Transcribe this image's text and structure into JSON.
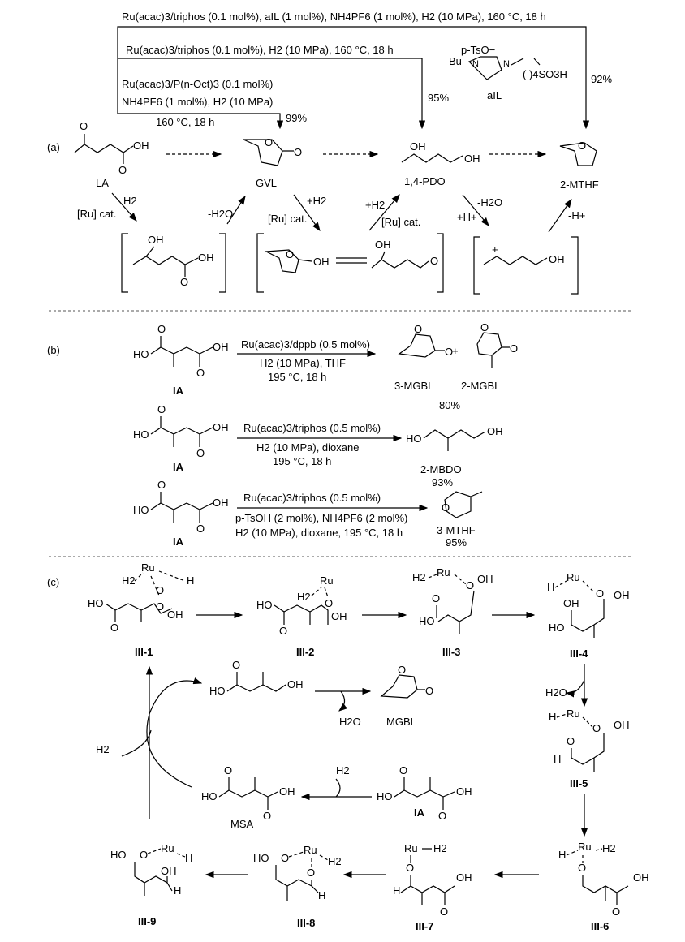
{
  "section_a": {
    "label": "(a)",
    "cond_top": "Ru(acac)3/triphos (0.1 mol%), aIL (1 mol%), NH4PF6 (1 mol%), H2 (10 MPa), 160 °C, 18 h",
    "cond_mid": "Ru(acac)3/triphos (0.1 mol%), H2 (10 MPa), 160 °C, 18 h",
    "cond_low1": "Ru(acac)3/P(n-Oct)3 (0.1 mol%)",
    "cond_low2": "NH4PF6 (1 mol%), H2 (10 MPa)",
    "cond_low3": "160 °C, 18 h",
    "yield_99": "99%",
    "yield_95": "95%",
    "yield_92": "92%",
    "ail_anion": "p-TsO−",
    "ail_bu": "Bu",
    "ail_chain": "(  )4SO3H",
    "ail_name": "aIL",
    "la": "LA",
    "gvl": "GVL",
    "pdo": "1,4-PDO",
    "mthf": "2-MTHF",
    "h2": "H2",
    "ru_cat": "[Ru] cat.",
    "minus_h2o": "-H2O",
    "plus_h2": "+H2",
    "plus_h": "+H+",
    "minus_h": "-H+",
    "oh": "OH",
    "o": "O"
  },
  "section_b": {
    "label": "(b)",
    "r1_cond1": "Ru(acac)3/dppb (0.5 mol%)",
    "r1_cond2": "H2 (10 MPa), THF",
    "r1_cond3": "195 °C, 18 h",
    "r1_p1": "3-MGBL",
    "r1_p2": "2-MGBL",
    "r1_plus": "+",
    "r1_yield": "80%",
    "r2_cond1": "Ru(acac)3/triphos (0.5 mol%)",
    "r2_cond2": "H2 (10 MPa), dioxane",
    "r2_cond3": "195 °C, 18 h",
    "r2_p": "2-MBDO",
    "r2_yield": "93%",
    "r3_cond1": "Ru(acac)3/triphos (0.5 mol%)",
    "r3_cond2": "p-TsOH (2 mol%), NH4PF6 (2 mol%)",
    "r3_cond3": "H2 (10 MPa), dioxane, 195 °C, 18 h",
    "r3_p": "3-MTHF",
    "r3_yield": "95%",
    "ia": "IA",
    "ho": "HO",
    "oh": "OH"
  },
  "section_c": {
    "label": "(c)",
    "labels": [
      "III-1",
      "III-2",
      "III-3",
      "III-4",
      "III-5",
      "III-6",
      "III-7",
      "III-8",
      "III-9"
    ],
    "ru": "Ru",
    "h": "H",
    "h2": "H2",
    "h2o": "H2O",
    "mgbl": "MGBL",
    "msa": "MSA",
    "ia": "IA",
    "ho": "HO",
    "oh": "OH",
    "o": "O"
  }
}
